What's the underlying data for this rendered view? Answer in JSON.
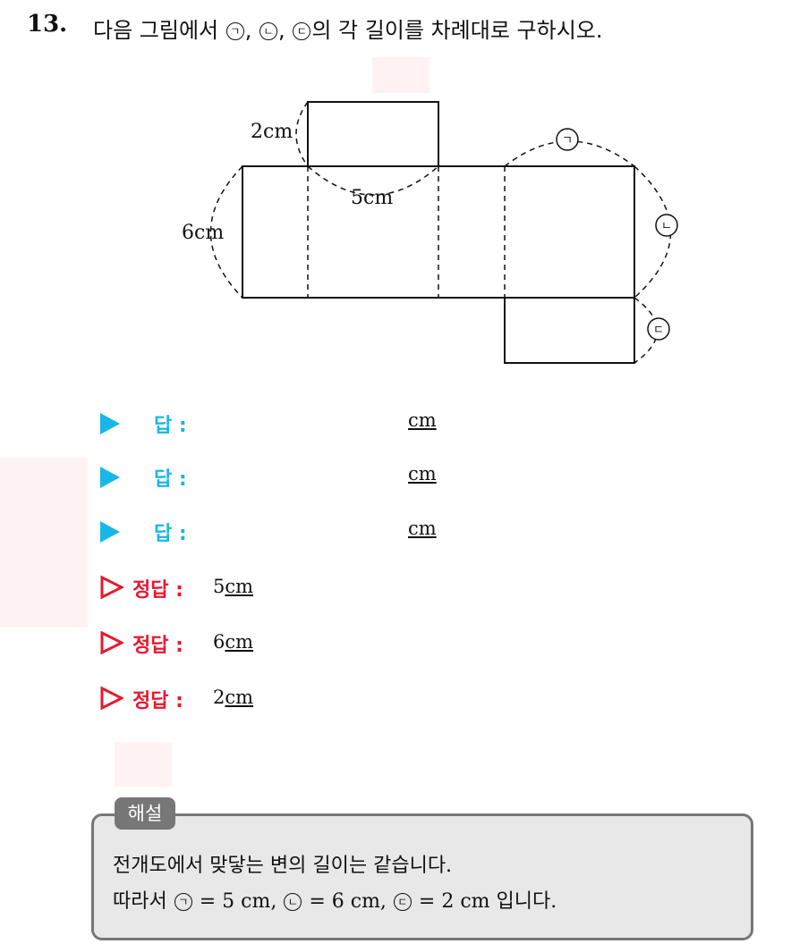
{
  "question": {
    "number": "13.",
    "text_pre": "다음 그림에서",
    "marks": [
      "ㄱ",
      "ㄴ",
      "ㄷ"
    ],
    "sep": ",",
    "text_post": "의 각 길이를 차례대로 구하시오."
  },
  "figure": {
    "label_top": "2cm",
    "label_mid": "5cm",
    "label_left": "6cm",
    "mark_a": "ㄱ",
    "mark_b": "ㄴ",
    "mark_c": "ㄷ"
  },
  "answers": [
    {
      "label": "답 :",
      "unit": "cm"
    },
    {
      "label": "답 :",
      "unit": "cm"
    },
    {
      "label": "답 :",
      "unit": "cm"
    }
  ],
  "correct": [
    {
      "label": "정답 :",
      "value": "5",
      "unit": "cm"
    },
    {
      "label": "정답 :",
      "value": "6",
      "unit": "cm"
    },
    {
      "label": "정답 :",
      "value": "2",
      "unit": "cm"
    }
  ],
  "explanation": {
    "tag": "해설",
    "line1": "전개도에서 맞닿는 변의 길이는 같습니다.",
    "line2_pre": "따라서",
    "eq1": "= 5 cm,",
    "eq2": "= 6 cm,",
    "eq3": "= 2 cm 입니다."
  },
  "colors": {
    "answer_accent": "#19b7e8",
    "correct_accent": "#e8182e",
    "box_border": "#777777",
    "box_fill": "#e8e8e8"
  }
}
